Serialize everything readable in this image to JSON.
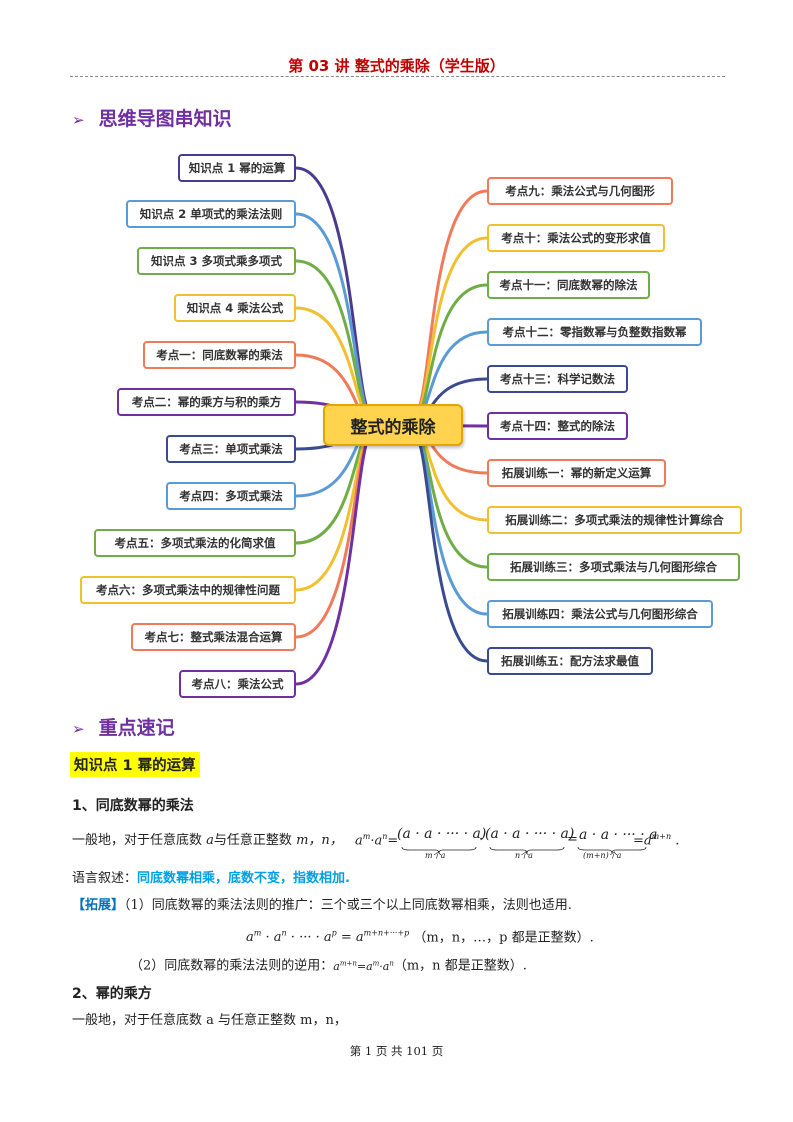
{
  "header": {
    "title": "第 03 讲  整式的乘除（学生版）"
  },
  "section1": {
    "title": "思维导图串知识"
  },
  "mindmap": {
    "center": "整式的乘除",
    "left": [
      "知识点 1 幂的运算",
      "知识点 2 单项式的乘法法则",
      "知识点 3 多项式乘多项式",
      "知识点 4 乘法公式",
      "考点一：同底数幂的乘法",
      "考点二：幂的乘方与积的乘方",
      "考点三：单项式乘法",
      "考点四：多项式乘法",
      "考点五：多项式乘法的化简求值",
      "考点六：多项式乘法中的规律性问题",
      "考点七：整式乘法混合运算",
      "考点八：乘法公式"
    ],
    "right": [
      "考点九：乘法公式与几何图形",
      "考点十：乘法公式的变形求值",
      "考点十一：同底数幂的除法",
      "考点十二：零指数幂与负整数指数幂",
      "考点十三：科学记数法",
      "考点十四：整式的除法",
      "拓展训练一：幂的新定义运算",
      "拓展训练二：多项式乘法的规律性计算综合",
      "拓展训练三：多项式乘法与几何图形综合",
      "拓展训练四：乘法公式与几何图形综合",
      "拓展训练五：配方法求最值"
    ],
    "left_colors": [
      "#4b3b8f",
      "#5b9bd5",
      "#70ad47",
      "#f0c030",
      "#f07a5a",
      "#7030a0",
      "#3b4b8f",
      "#5b9bd5",
      "#70ad47",
      "#f0c030",
      "#f07a5a",
      "#7030a0"
    ],
    "right_colors": [
      "#f07a5a",
      "#f0c030",
      "#70ad47",
      "#5b9bd5",
      "#3b4b8f",
      "#7030a0",
      "#f07a5a",
      "#f0c030",
      "#70ad47",
      "#5b9bd5",
      "#3b4b8f"
    ]
  },
  "section2": {
    "title": "重点速记"
  },
  "kp1": {
    "title": "知识点  1  幂的运算"
  },
  "sub1": {
    "title": "1、同底数幂的乘法",
    "intro": "一般地，对于任意底数",
    "a": "a",
    "mid": "与任意正整数",
    "mn": "m，n，",
    "formula_lhs": "a",
    "paren1": "(a · a · ··· · a)",
    "paren2": "(a · a · ··· · a)",
    "group3": "a · a · ··· · a",
    "under1": "m个a",
    "under2": "n个a",
    "under3": "(m+n)个a",
    "result_exp": "m+n",
    "lang_prefix": "语言叙述：",
    "lang_highlight": "同底数幂相乘，底数不变，指数相加.",
    "ext_label": "【拓展】",
    "ext1": "（1）同底数幂的乘法法则的推广：三个或三个以上同底数幂相乘，法则也适用.",
    "ext1_formula_tail": "（m，n，…，p 都是正整数）.",
    "ext2_prefix": "（2）同底数幂的乘法法则的逆用：",
    "ext2_tail": "（m，n 都是正整数）."
  },
  "sub2": {
    "title": "2、幂的乘方",
    "intro": "一般地，对于任意底数 a 与任意正整数 m，n，"
  },
  "footer": {
    "text": "第  1  页  共  101  页"
  }
}
